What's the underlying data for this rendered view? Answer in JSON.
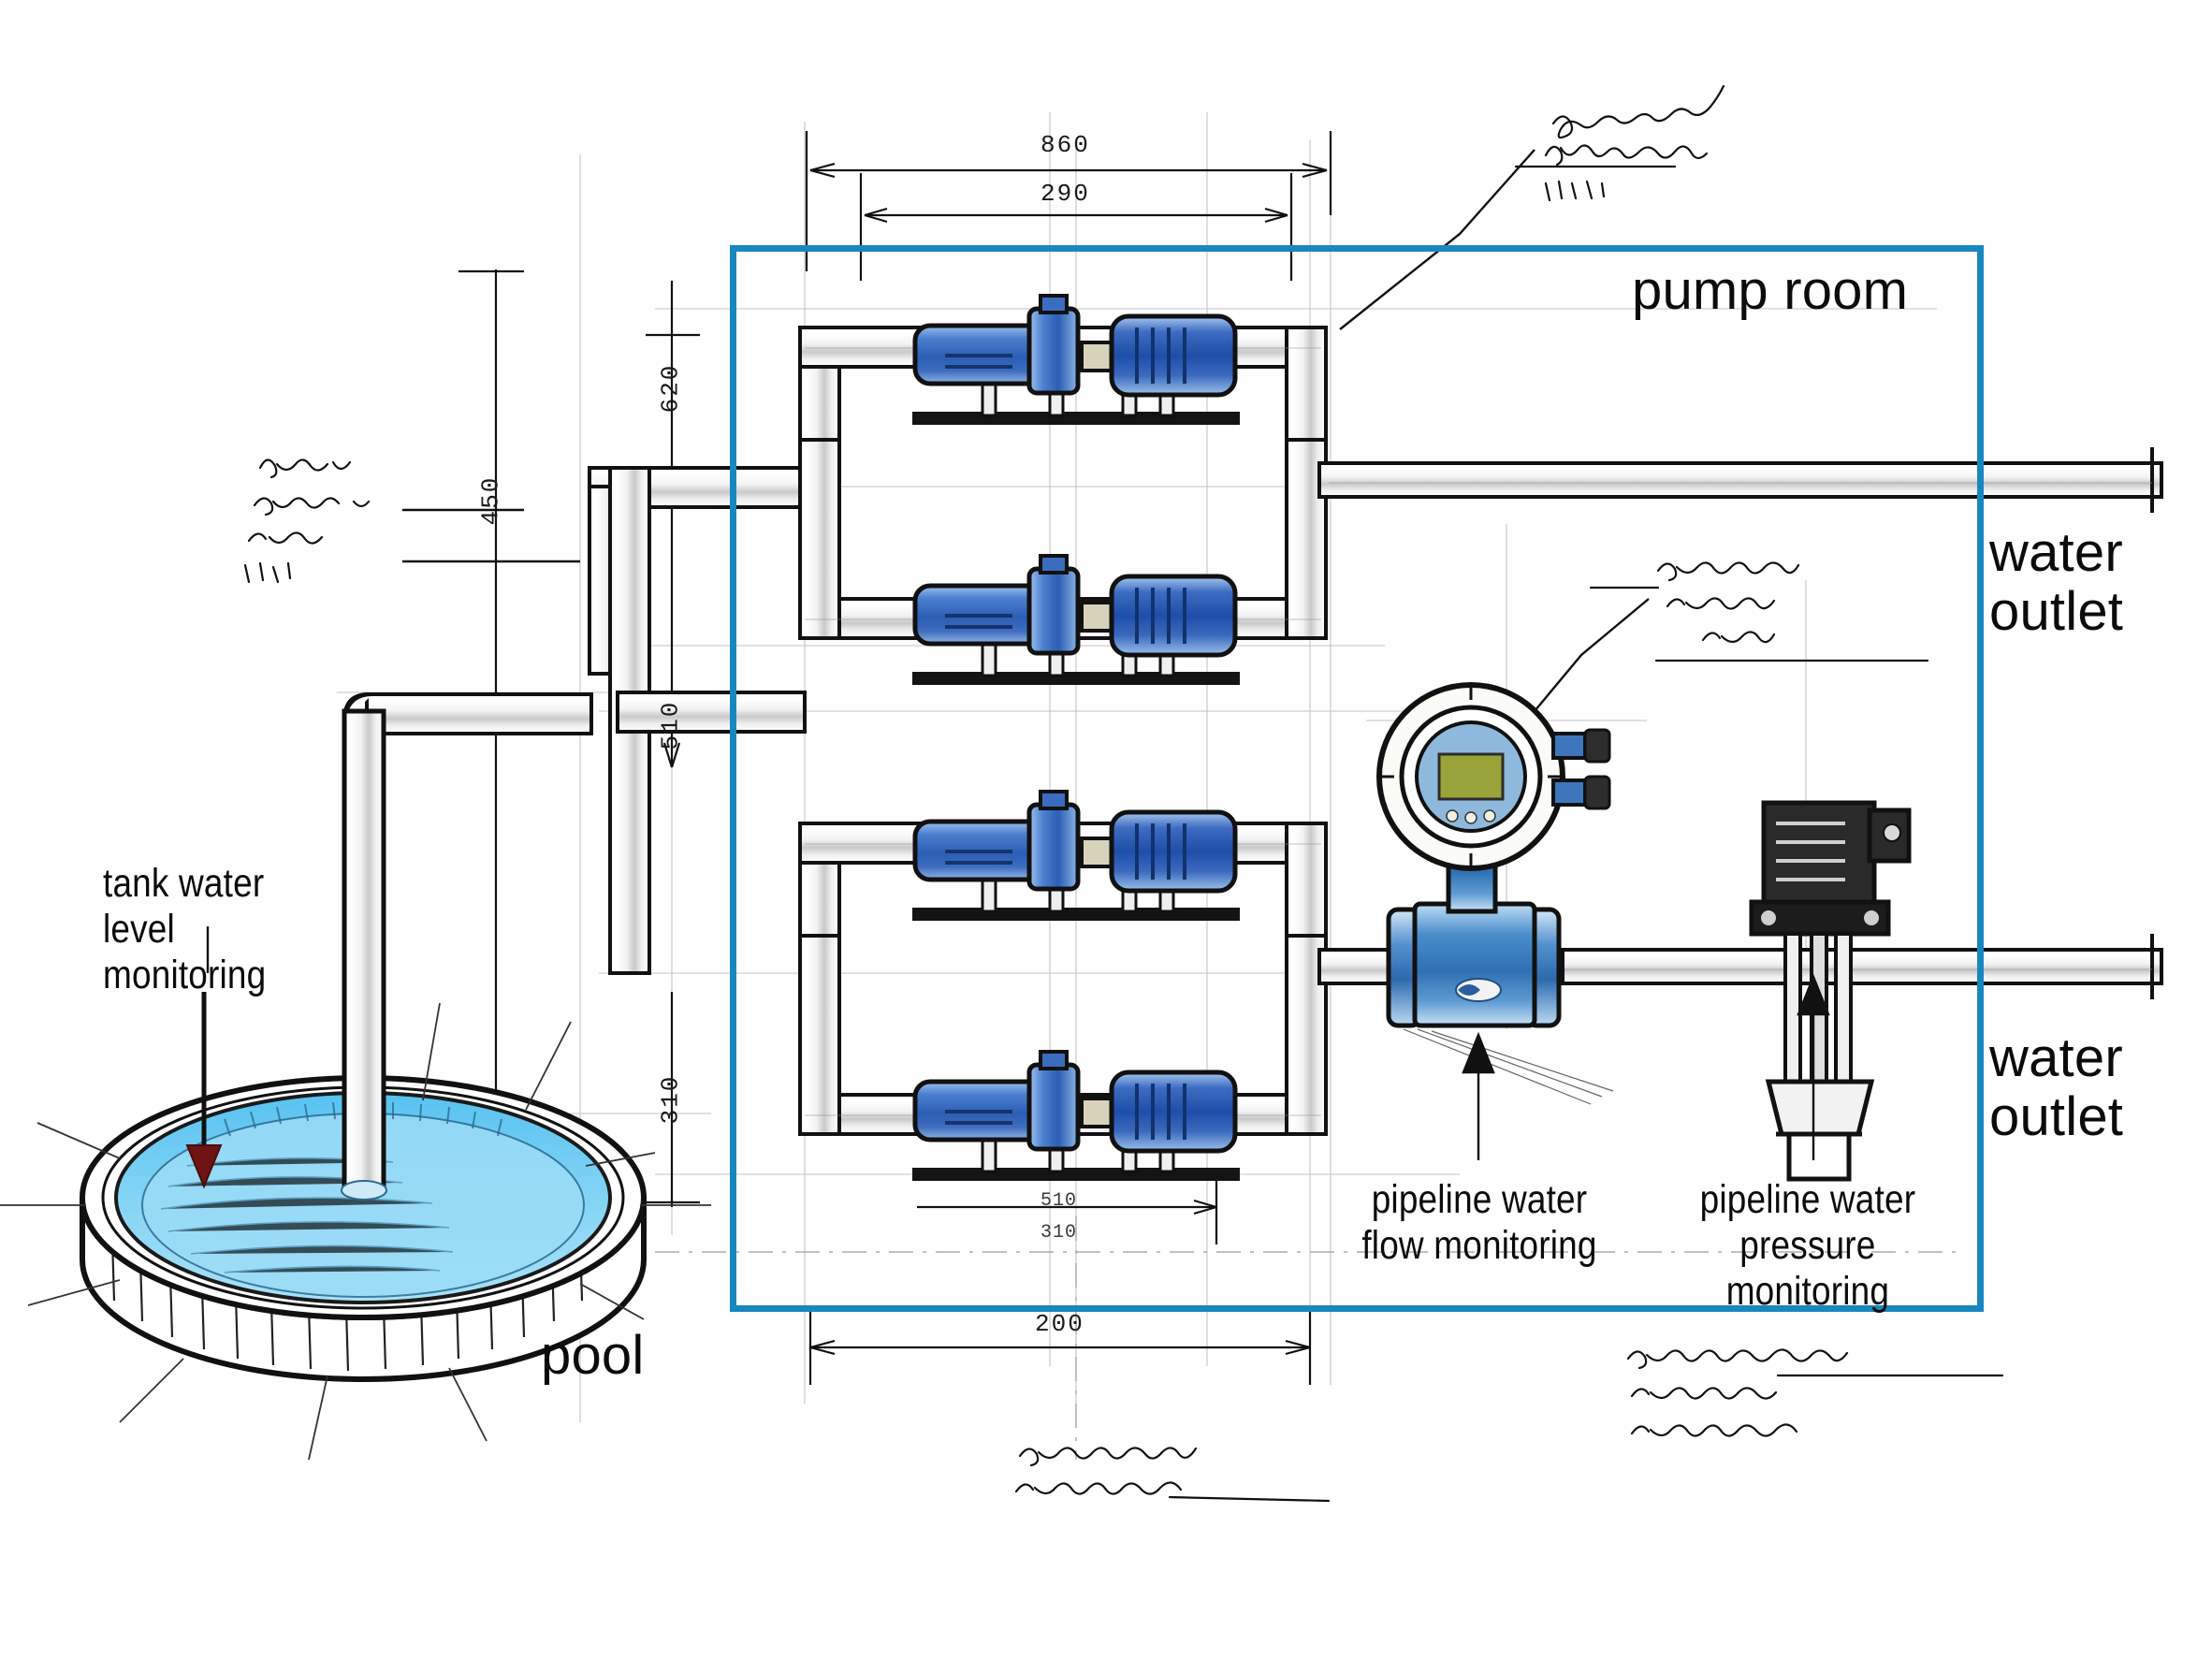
{
  "diagram": {
    "title": "pump room water supply schematic",
    "colors": {
      "room_border": "#1887C0",
      "pump_blue": "#2E62B8",
      "pump_blue_light": "#6C9BE0",
      "water_blue": "#5BC0EE",
      "water_blue_light": "#9BDCF7",
      "lcd_olive": "#9AA23A",
      "pipe_gray": "#E8E8E8",
      "ink": "#101010",
      "arrow_red": "#6E1414"
    }
  },
  "labels": {
    "pump_room": "pump room",
    "water_outlet_top": "water\noutlet",
    "water_outlet_bottom": "water\noutlet",
    "pool": "pool",
    "tank_level": "tank water\nlevel monitoring",
    "flow_monitoring": "pipeline water\nflow monitoring",
    "pressure_monitoring": "pipeline water\npressure monitoring"
  },
  "dimensions": {
    "top_outer": "860",
    "top_inner": "290",
    "left_outer": "450",
    "left_inner": "620",
    "mid_vertical": "510",
    "lower_vertical": "310",
    "bottom_inner_a": "510",
    "bottom_inner_b": "310",
    "bottom_outer": "200"
  },
  "annotations": {
    "top_right_note": "illegible handwritten note",
    "left_note": "illegible handwritten note",
    "flowmeter_note": "illegible handwritten note",
    "bottom_center_note": "illegible handwritten note",
    "bottom_right_note": "illegible handwritten note"
  },
  "components": {
    "pumps": [
      {
        "id": "pump-1",
        "name": "pump unit 1"
      },
      {
        "id": "pump-2",
        "name": "pump unit 2"
      },
      {
        "id": "pump-3",
        "name": "pump unit 3"
      },
      {
        "id": "pump-4",
        "name": "pump unit 4"
      }
    ],
    "flow_meter": "electromagnetic flow meter",
    "pressure_transmitter": "pressure transmitter",
    "level_probe": "tank level probe",
    "tank": "circular pool basin"
  }
}
